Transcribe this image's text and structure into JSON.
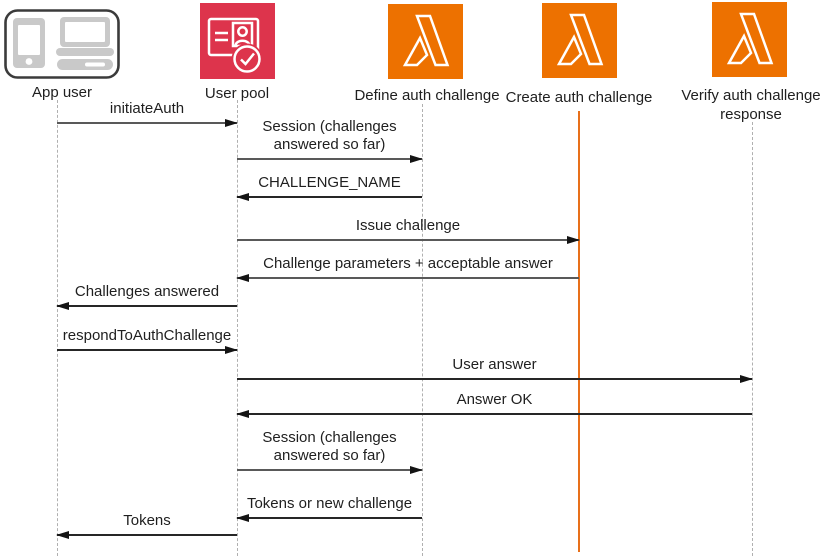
{
  "colors": {
    "lambda_orange": "#ED7100",
    "user_pool_red": "#DD344C",
    "active_lifeline_orange": "#E8701A",
    "arrow_gray": "#595959",
    "arrow_black": "#262626",
    "lifeline_gray": "#b0b0b0"
  },
  "actors": [
    {
      "id": "app-user",
      "label": "App user",
      "icon": "devices-icon"
    },
    {
      "id": "user-pool",
      "label": "User pool",
      "icon": "user-pool-icon"
    },
    {
      "id": "define-auth-challenge",
      "label": "Define auth challenge",
      "icon": "lambda-icon"
    },
    {
      "id": "create-auth-challenge",
      "label": "Create auth challenge",
      "icon": "lambda-icon",
      "active": true
    },
    {
      "id": "verify-auth-challenge",
      "label": "Verify auth challenge response",
      "icon": "lambda-icon"
    }
  ],
  "messages": [
    {
      "label": "initiateAuth",
      "from": "app-user",
      "to": "user-pool"
    },
    {
      "label": "Session (challenges answered so far)",
      "from": "user-pool",
      "to": "define-auth-challenge"
    },
    {
      "label": "CHALLENGE_NAME",
      "from": "define-auth-challenge",
      "to": "user-pool"
    },
    {
      "label": "Issue challenge",
      "from": "user-pool",
      "to": "create-auth-challenge"
    },
    {
      "label": "Challenge parameters + acceptable answer",
      "from": "create-auth-challenge",
      "to": "user-pool"
    },
    {
      "label": "Challenges answered",
      "from": "user-pool",
      "to": "app-user"
    },
    {
      "label": "respondToAuthChallenge",
      "from": "app-user",
      "to": "user-pool"
    },
    {
      "label": "User answer",
      "from": "user-pool",
      "to": "verify-auth-challenge"
    },
    {
      "label": "Answer OK",
      "from": "verify-auth-challenge",
      "to": "user-pool"
    },
    {
      "label": "Session (challenges answered so far)",
      "from": "user-pool",
      "to": "define-auth-challenge"
    },
    {
      "label": "Tokens or new challenge",
      "from": "define-auth-challenge",
      "to": "user-pool"
    },
    {
      "label": "Tokens",
      "from": "user-pool",
      "to": "app-user"
    }
  ]
}
